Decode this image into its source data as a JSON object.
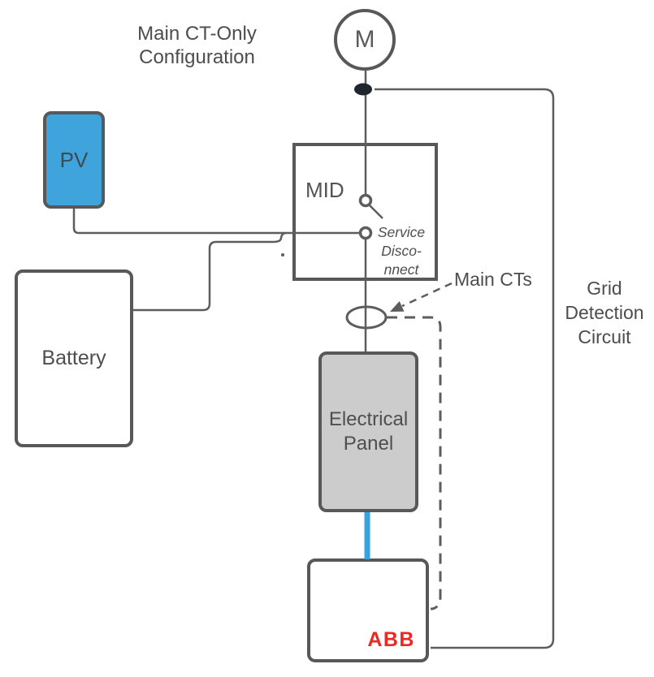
{
  "title": "Main CT-Only Configuration",
  "colors": {
    "wire": "#5d5d5d",
    "box_border": "#585858",
    "text": "#4d4d4d",
    "pv_fill": "#3fa3dc",
    "panel_fill": "#cccccc",
    "tap_dot_fill": "#20262e",
    "dc_wire_blue": "#35a3e0",
    "abb_red": "#ee2722"
  },
  "nodes": {
    "meter": {
      "label": "M"
    },
    "pv": {
      "label": "PV"
    },
    "battery": {
      "label": "Battery"
    },
    "mid": {
      "label": "MID"
    },
    "service_disconnect": {
      "label": "Service Disco-nnect"
    },
    "electrical_panel": {
      "label": "Electrical Panel"
    },
    "inverter": {
      "logo": "ABB"
    }
  },
  "annotations": {
    "main_cts": {
      "label": "Main CTs"
    },
    "grid_detection": {
      "label": "Grid Detection Circuit"
    }
  }
}
